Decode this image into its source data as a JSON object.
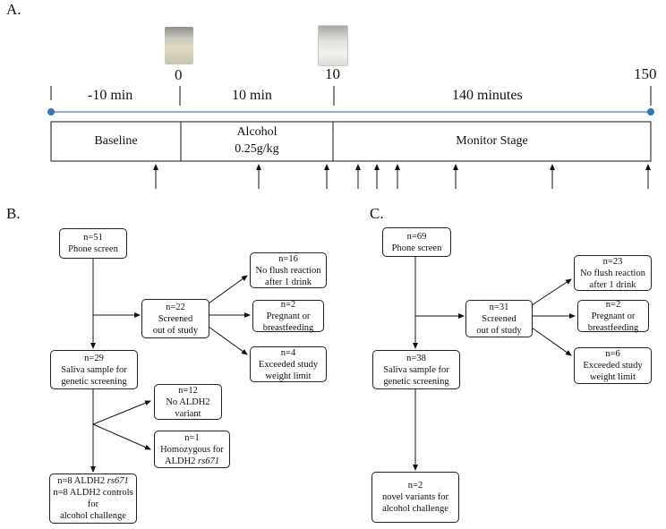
{
  "panels": {
    "a": "A.",
    "b": "B.",
    "c": "C."
  },
  "timeline": {
    "ticks": [
      "0",
      "10",
      "150"
    ],
    "durations": [
      "-10 min",
      "10 min",
      "140 minutes"
    ],
    "stages": {
      "baseline": "Baseline",
      "alcohol": "Alcohol",
      "alcohol_dose": "0.25g/kg",
      "monitor": "Monitor Stage"
    },
    "images": [
      "alcohol-drink-cup-photo",
      "empty-cup-photo"
    ],
    "colors": {
      "line": "#4a7ec0",
      "dot": "#2e75b6"
    }
  },
  "flow_b": {
    "phone": [
      "n=51",
      "Phone screen"
    ],
    "screened": [
      "n=22",
      "Screened",
      "out of study"
    ],
    "noflush": [
      "n=16",
      "No flush reaction",
      "after 1 drink"
    ],
    "pregnant": [
      "n=2",
      "Pregnant or",
      "breastfeeding"
    ],
    "weight": [
      "n=4",
      "Exceeded study",
      "weight limit"
    ],
    "saliva": [
      "n=29",
      "Saliva sample for",
      "genetic screening"
    ],
    "novariant": [
      "n=12",
      "No ALDH2",
      "variant"
    ],
    "homo": [
      "n=1",
      "Homozygous for",
      "ALDH2 ",
      "rs671"
    ],
    "final": [
      "n=8 ALDH2 ",
      "rs671",
      "n=8 ALDH2 controls",
      "for",
      "alcohol challenge"
    ]
  },
  "flow_c": {
    "phone": [
      "n=69",
      "Phone screen"
    ],
    "screened": [
      "n=31",
      "Screened",
      "out of study"
    ],
    "noflush": [
      "n=23",
      "No flush reaction",
      "after 1 drink"
    ],
    "pregnant": [
      "n=2",
      "Pregnant or",
      "breastfeeding"
    ],
    "weight": [
      "n=6",
      "Exceeded study",
      "weight limit"
    ],
    "saliva": [
      "n=38",
      "Saliva sample for",
      "genetic screening"
    ],
    "final": [
      "n=2",
      "novel variants for",
      "alcohol challenge"
    ]
  }
}
